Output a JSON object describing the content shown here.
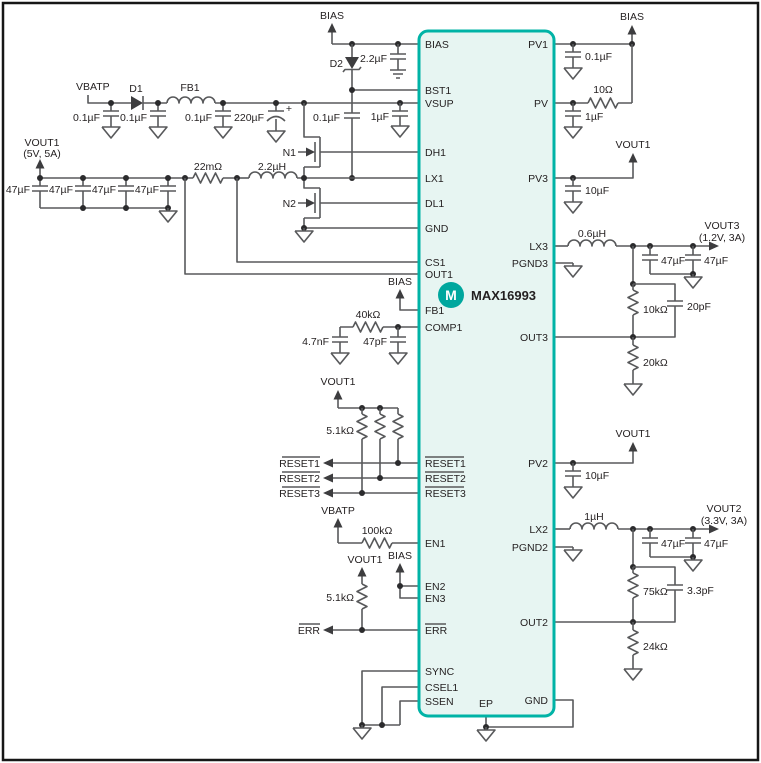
{
  "chip": {
    "part_number": "MAX16993",
    "logo_letter": "M",
    "ep_label": "EP",
    "left_pins": [
      "BIAS",
      "BST1",
      "VSUP",
      "DH1",
      "LX1",
      "DL1",
      "GND",
      "CS1",
      "OUT1",
      "FB1",
      "COMP1",
      "RESET1",
      "RESET2",
      "RESET3",
      "EN1",
      "EN2",
      "EN3",
      "ERR",
      "SYNC",
      "CSEL1",
      "SSEN"
    ],
    "right_pins": [
      "PV1",
      "PV",
      "PV3",
      "LX3",
      "PGND3",
      "OUT3",
      "PV2",
      "LX2",
      "PGND2",
      "OUT2",
      "GND"
    ]
  },
  "nets": {
    "vbatp_in": "VBATP",
    "bias_top_left": "BIAS",
    "vout1_main": "VOUT1",
    "vout1_main_spec": "(5V, 5A)",
    "bias_fb1": "BIAS",
    "vout1_reset": "VOUT1",
    "vbatp_en1": "VBATP",
    "bias_en23": "BIAS",
    "vout1_err": "VOUT1",
    "reset1_out": "RESET1",
    "reset2_out": "RESET2",
    "reset3_out": "RESET3",
    "err_out": "ERR",
    "bias_top_right": "BIAS",
    "vout1_pv3": "VOUT1",
    "vout1_pv2": "VOUT1",
    "vout3": "VOUT3",
    "vout3_spec": "(1.2V, 3A)",
    "vout2": "VOUT2",
    "vout2_spec": "(3.3V, 3A)"
  },
  "components": {
    "c_in1": "0.1µF",
    "d1": "D1",
    "c_in2": "0.1µF",
    "fb1": "FB1",
    "c_in3": "0.1µF",
    "c_bulk": "220µF",
    "c_bulk_plus": "+",
    "d2": "D2",
    "c_bias": "2.2µF",
    "c_bst": "0.1µF",
    "c_vsup": "1µF",
    "n1": "N1",
    "n2": "N2",
    "c_out1_1": "47µF",
    "c_out1_2": "47µF",
    "c_out1_3": "47µF",
    "c_out1_4": "47µF",
    "r_sense": "22mΩ",
    "l1": "2.2µH",
    "r_comp": "40kΩ",
    "c_comp_a": "4.7nF",
    "c_comp_b": "47pF",
    "r_reset": "5.1kΩ",
    "r_en1": "100kΩ",
    "r_err": "5.1kΩ",
    "c_pv1": "0.1µF",
    "r_pv": "10Ω",
    "c_pv": "1µF",
    "c_pv3": "10µF",
    "l3": "0.6µH",
    "c_out3_1": "47µF",
    "c_out3_2": "47µF",
    "r_fb3_top": "10kΩ",
    "c_ff3": "20pF",
    "r_fb3_bot": "20kΩ",
    "c_pv2": "10µF",
    "l2": "1µH",
    "c_out2_1": "47µF",
    "c_out2_2": "47µF",
    "r_fb2_top": "75kΩ",
    "c_ff2": "3.3pF",
    "r_fb2_bot": "24kΩ"
  },
  "colors": {
    "wire": "#58595b",
    "text": "#231f20",
    "chip_border": "#00b3a6",
    "chip_fill": "#e7f5f2",
    "logo": "#00a79e"
  }
}
